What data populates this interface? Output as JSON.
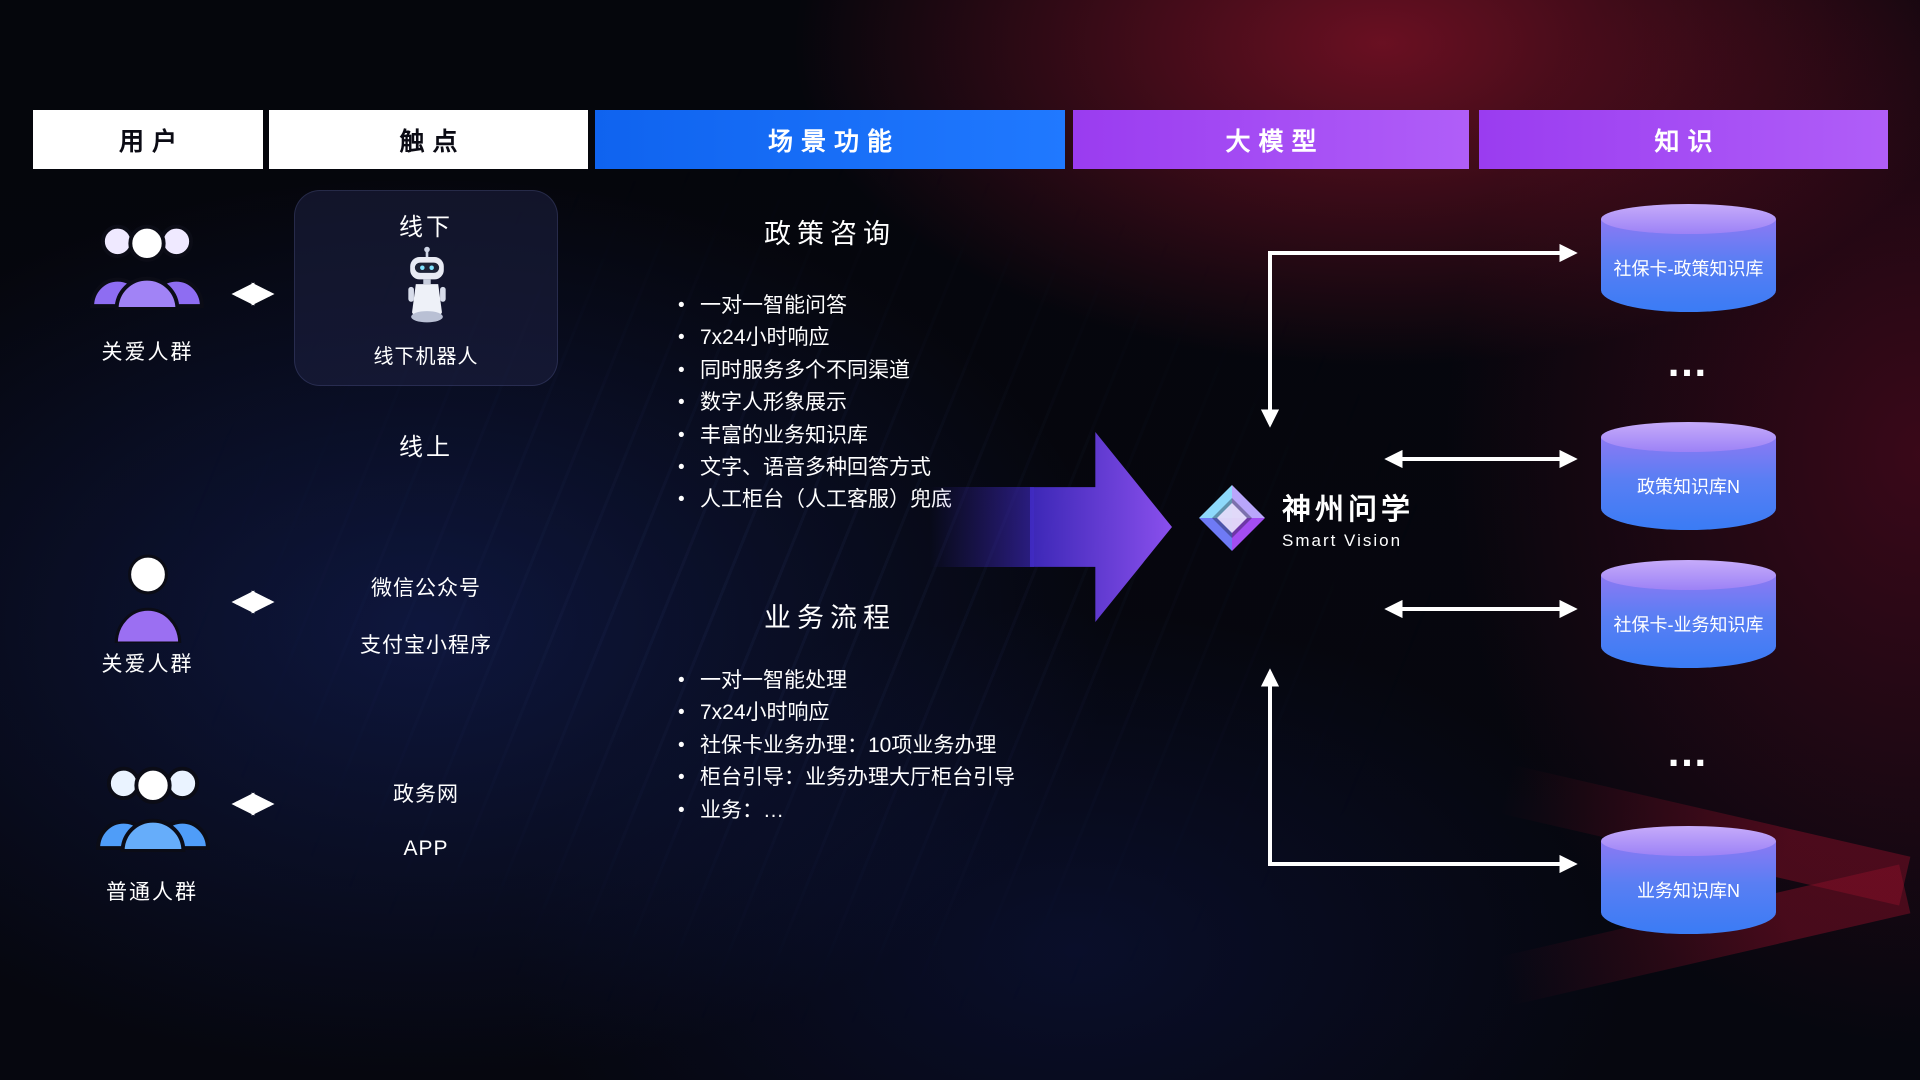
{
  "header": {
    "users": "用户",
    "touchpoints": "触点",
    "scenarios": "场景功能",
    "model": "大模型",
    "knowledge": "知识"
  },
  "users": {
    "group1_label": "关爱人群",
    "single_label": "关爱人群",
    "group2_label": "普通人群"
  },
  "touchpoints": {
    "offline_title": "线下",
    "offline_robot": "线下机器人",
    "online_title": "线上",
    "channel1": "微信公众号",
    "channel2": "支付宝小程序",
    "channel3": "政务网",
    "channel4": "APP"
  },
  "scenarios": {
    "policy": {
      "title": "政策咨询",
      "items": [
        "一对一智能问答",
        "7x24小时响应",
        "同时服务多个不同渠道",
        "数字人形象展示",
        "丰富的业务知识库",
        "文字、语音多种回答方式",
        "人工柜台（人工客服）兜底"
      ]
    },
    "business": {
      "title": "业务流程",
      "items": [
        "一对一智能处理",
        "7x24小时响应",
        "社保卡业务办理：10项业务办理",
        "柜台引导：业务办理大厅柜台引导",
        "业务：…"
      ]
    }
  },
  "model": {
    "name": "神州问学",
    "subtitle": "Smart Vision"
  },
  "knowledge": {
    "db1": "社保卡-政策知识库",
    "dots1": "…",
    "db2": "政策知识库N",
    "db3": "社保卡-业务知识库",
    "dots2": "…",
    "db4": "业务知识库N"
  },
  "icons": {
    "user_group_purple": "user-group-icon",
    "user_single_purple": "user-icon",
    "user_group_blue": "user-group-icon",
    "robot": "robot-icon",
    "logo": "diamond-logo-icon",
    "database": "database-cylinder-icon",
    "arrows": "double-headed-arrow-icon"
  },
  "colors": {
    "header_light": "#ffffff",
    "header_blue": "#1668f2",
    "header_purple": "#a04ef2",
    "accent_purple": "#8f52f6",
    "accent_blue": "#3a7cf5",
    "db_top": "#b9a0f8",
    "red_glow": "#c91937",
    "text": "#ffffff"
  }
}
